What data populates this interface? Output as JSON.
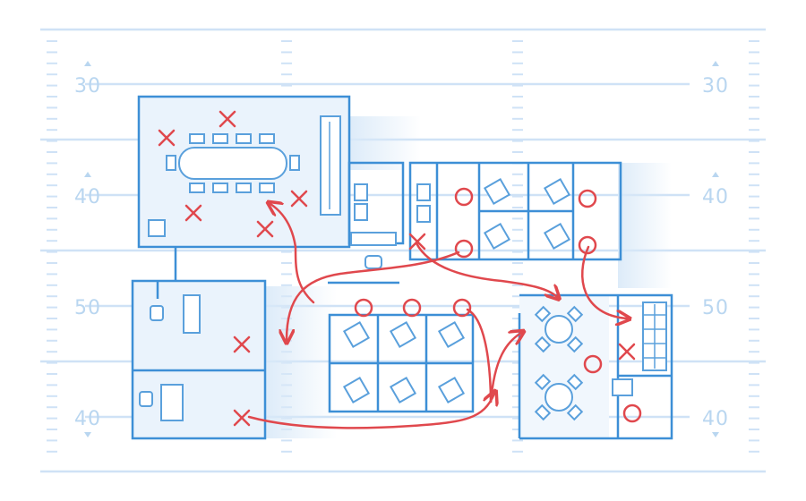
{
  "yard_labels": {
    "row1_left": "30",
    "row1_right": "30",
    "row2_left": "40",
    "row2_right": "40",
    "row3_left": "50",
    "row3_right": "50",
    "row4_left": "40",
    "row4_right": "40"
  },
  "colors": {
    "field_lines": "#cfe2f6",
    "walls": "#3d8fd6",
    "furniture": "#5aa0dc",
    "shading": "#e6f1fb",
    "play_marks": "#e0484d"
  },
  "icons": [
    "x-mark-icon",
    "circle-mark-icon",
    "arrow-icon",
    "chair-icon",
    "desk-icon",
    "table-icon",
    "shelf-icon"
  ]
}
